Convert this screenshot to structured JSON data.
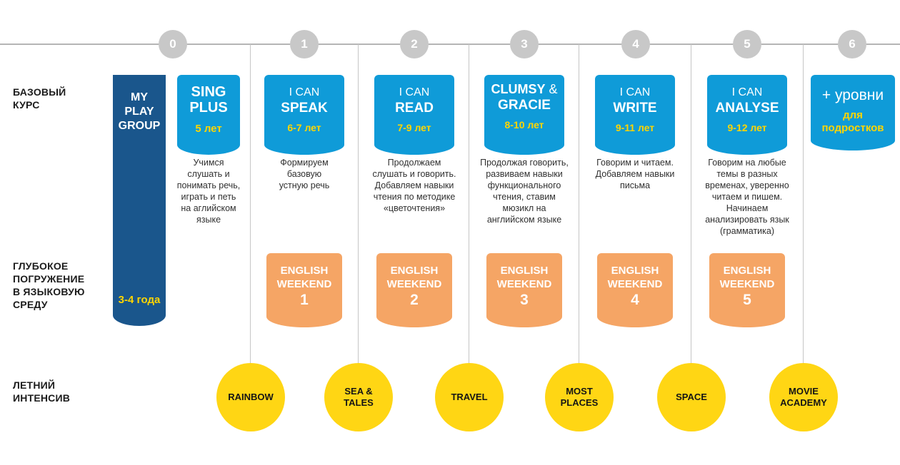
{
  "colors": {
    "bright_blue": "#0f9bd8",
    "dark_blue": "#1a568c",
    "orange": "#f5a565",
    "yellow": "#ffd614",
    "yellow_text": "#ffd500",
    "gray_circle": "#c8c8c8"
  },
  "timeline": {
    "levels": [
      "0",
      "1",
      "2",
      "3",
      "4",
      "5",
      "6"
    ]
  },
  "row_labels": {
    "basic": "БАЗОВЫЙ\nКУРС",
    "immersion": "ГЛУБОКОЕ\nПОГРУЖЕНИЕ\nВ ЯЗЫКОВУЮ\nСРЕДУ",
    "summer": "ЛЕТНИЙ\nИНТЕНСИВ"
  },
  "my_play_group": {
    "title": "MY\nPLAY\nGROUP",
    "age": "3-4 года"
  },
  "sing_plus": {
    "title": "SING\nPLUS",
    "age": "5 лет",
    "description": "Учимся\nслушать и\nпонимать речь,\nиграть и петь\nна аглийском\nязыке"
  },
  "courses": [
    {
      "line1_bold": "",
      "line1_rest": "I CAN",
      "line2": "SPEAK",
      "age": "6-7 лет",
      "description": "Формируем\nбазовую\nустную речь",
      "weekend_name": "ENGLISH\nWEEKEND",
      "weekend_number": "1"
    },
    {
      "line1_bold": "",
      "line1_rest": "I CAN",
      "line2": "READ",
      "age": "7-9 лет",
      "description": "Продолжаем\nслушать и говорить.\nДобавляем навыки\nчтения по методике\n«цветочтения»",
      "weekend_name": "ENGLISH\nWEEKEND",
      "weekend_number": "2"
    },
    {
      "line1_bold": "CLUMSY",
      "line1_rest": " &",
      "line2": "GRACIE",
      "age": "8-10 лет",
      "description": "Продолжая говорить,\nразвиваем навыки\nфункционального\nчтения, ставим\nмюзикл на\nанглийском языке",
      "weekend_name": "ENGLISH\nWEEKEND",
      "weekend_number": "3"
    },
    {
      "line1_bold": "",
      "line1_rest": "I CAN",
      "line2": "WRITE",
      "age": "9-11 лет",
      "description": "Говорим и читаем.\nДобавляем навыки\nписьма",
      "weekend_name": "ENGLISH\nWEEKEND",
      "weekend_number": "4"
    },
    {
      "line1_bold": "",
      "line1_rest": "I CAN",
      "line2": "ANALYSE",
      "age": "9-12 лет",
      "description": "Говорим на любые\nтемы в разных\nвременах, уверенно\nчитаем и пишем.\nНачинаем\nанализировать язык\n(грамматика)",
      "weekend_name": "ENGLISH\nWEEKEND",
      "weekend_number": "5"
    }
  ],
  "teens": {
    "title": "+ уровни",
    "subtitle": "для\nподростков"
  },
  "summer_intensives": [
    "RAINBOW",
    "SEA &\nTALES",
    "TRAVEL",
    "MOST\nPLACES",
    "SPACE",
    "MOVIE\nACADEMY"
  ]
}
